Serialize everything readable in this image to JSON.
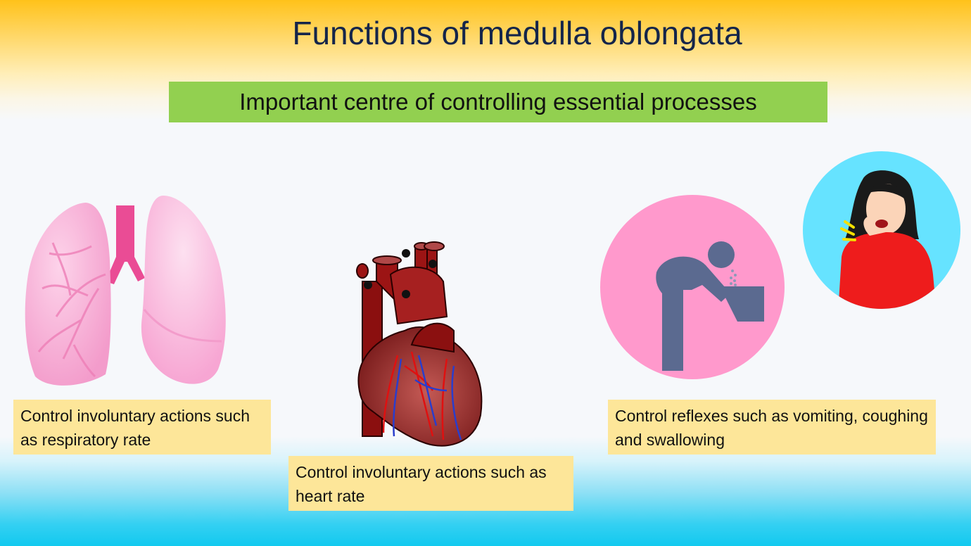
{
  "title": "Functions of medulla oblongata",
  "banner": "Important centre of controlling essential processes",
  "captions": {
    "lungs": "Control involuntary actions such as respiratory rate",
    "heart": "Control involuntary actions such as heart rate",
    "reflexes": "Control reflexes such as vomiting, coughing and swallowing"
  },
  "icons": [
    "lungs-illustration",
    "heart-illustration",
    "vomiting-icon",
    "coughing-woman-icon"
  ],
  "colors": {
    "banner": "#92d050",
    "caption_bg": "#fde699",
    "title": "#14254a",
    "lungs": "#f7a8d2",
    "vomit_circle": "#ff99cc",
    "vomit_figure": "#5b6a90",
    "cough_circle": "#66e3ff",
    "cough_shirt": "#ee1c1c"
  }
}
